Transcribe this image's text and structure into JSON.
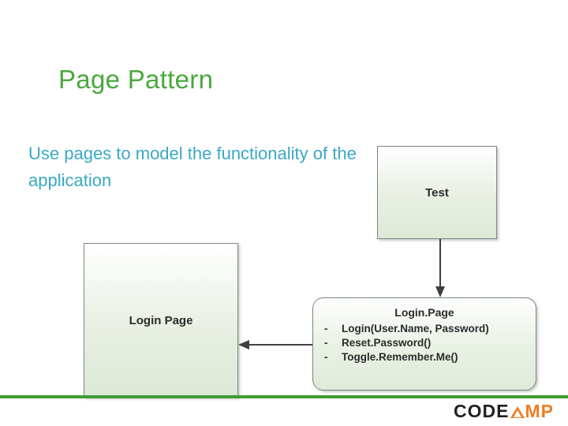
{
  "slide": {
    "title": "Page Pattern",
    "body_text": "Use pages to model the functionality of the application"
  },
  "diagram": {
    "test_box_label": "Test",
    "login_page_box_label": "Login Page",
    "login_page_class": {
      "title": "Login.Page",
      "members": [
        {
          "dash": "-",
          "label": "Login(User.Name, Password)"
        },
        {
          "dash": "-",
          "label": "Reset.Password()"
        },
        {
          "dash": "-",
          "label": "Toggle.Remember.Me()"
        }
      ]
    }
  },
  "logo": {
    "part1": "CODE",
    "part2": "MP"
  },
  "colors": {
    "title_green": "#4aa83d",
    "body_blue": "#3aa8c1",
    "bar_green": "#3f9c35",
    "logo_orange": "#ef7d22",
    "shape_border": "#7a8a7a"
  }
}
